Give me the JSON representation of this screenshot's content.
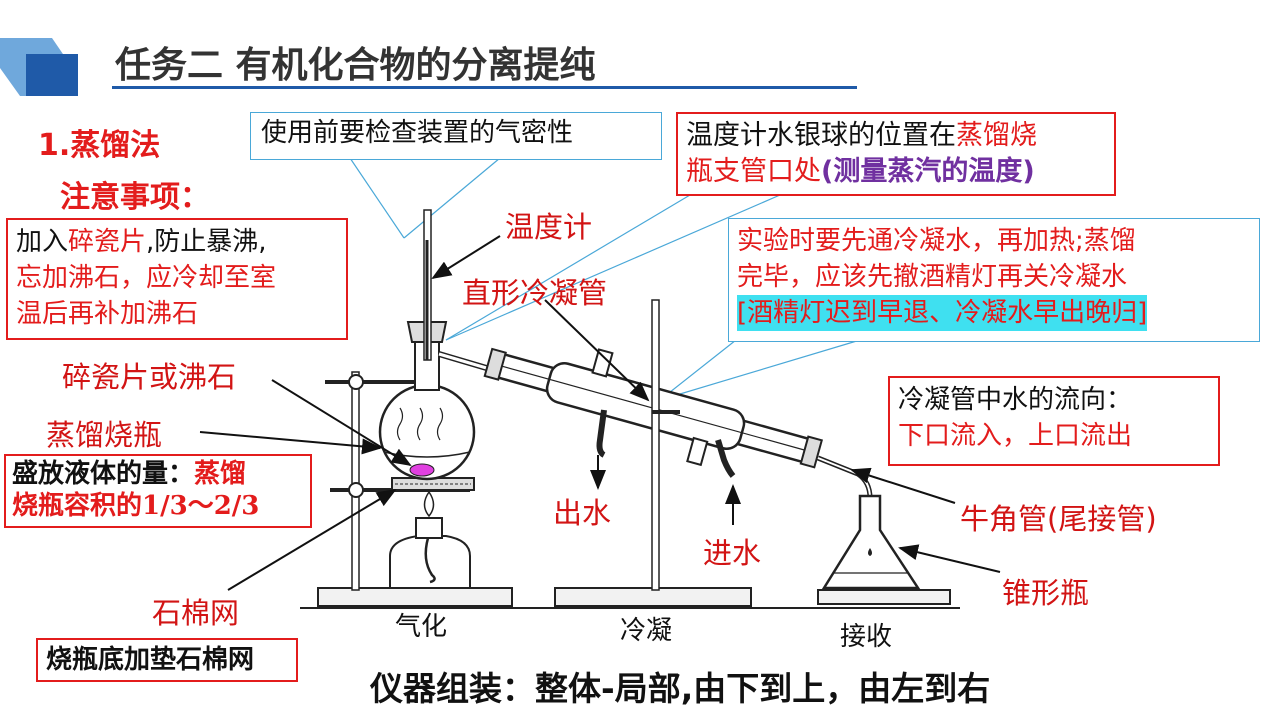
{
  "header": {
    "title": "任务二 有机化合物的分离提纯",
    "accent_color": "#1f5aa8"
  },
  "section": {
    "heading": "1.蒸馏法",
    "subheading": "注意事项："
  },
  "notes": {
    "airtight": "使用前要检查装置的气密性",
    "thermometer_pos_1": "温度计水银球的位置在",
    "thermometer_pos_2": "蒸馏烧",
    "thermometer_pos_3": "瓶支管口处",
    "thermometer_pos_4": "(测量蒸汽的温度)",
    "boiling_1": "加入",
    "boiling_2": "碎瓷片",
    "boiling_3": ",防止暴沸,",
    "boiling_4": "忘加沸石，应冷却至室",
    "boiling_5": "温后再补加沸石",
    "order_1": "实验时要先通冷凝水，再加热;蒸馏",
    "order_2": "完毕，应该先撤酒精灯再关冷凝水",
    "order_3": "[酒精灯迟到早退、冷凝水早出晚归]",
    "water_flow_1": "冷凝管中水的流向：",
    "water_flow_2": "下口流入，上口流出",
    "liquid_1": "盛放液体的量：",
    "liquid_2": "蒸馏",
    "liquid_3": "烧瓶容积的",
    "liquid_4": "1/3～2/3",
    "gauze_note": "烧瓶底加垫石棉网"
  },
  "labels": {
    "thermometer": "温度计",
    "condenser": "直形冷凝管",
    "chips": "碎瓷片或沸石",
    "flask": "蒸馏烧瓶",
    "water_out": "出水",
    "water_in": "进水",
    "adapter": "牛角管(尾接管)",
    "erlenmeyer": "锥形瓶",
    "gauze": "石棉网"
  },
  "stages": {
    "vaporize": "气化",
    "condense": "冷凝",
    "receive": "接收"
  },
  "footer": {
    "assembly": "仪器组装：整体-局部,由下到上，由左到右"
  }
}
